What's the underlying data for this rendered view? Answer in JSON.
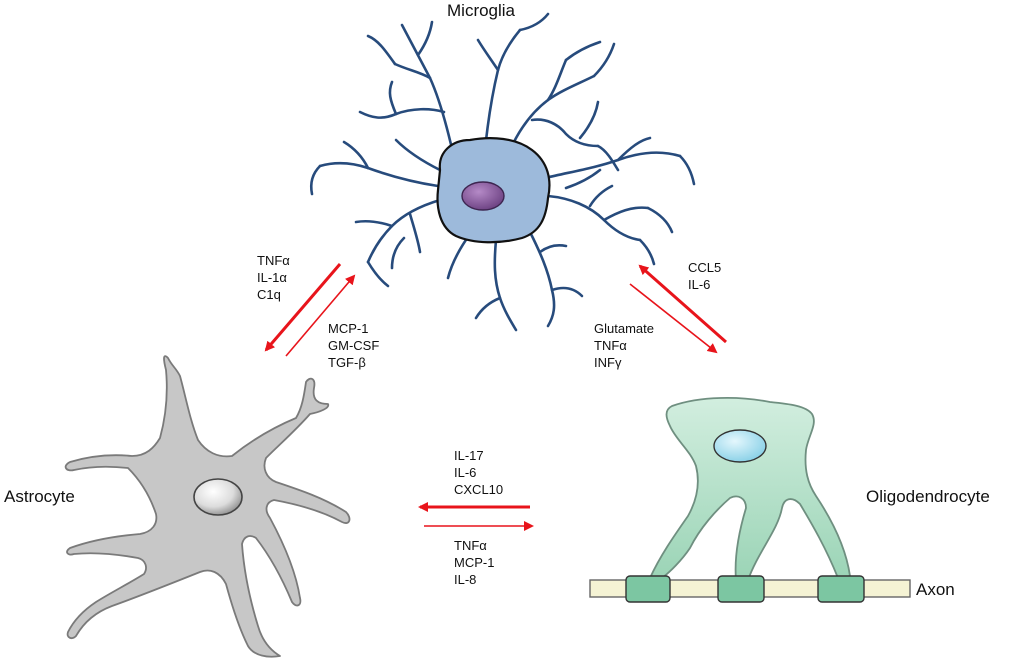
{
  "cells": {
    "microglia": "Microglia",
    "astrocyte": "Astrocyte",
    "oligodendrocyte": "Oligodendrocyte",
    "axon": "Axon"
  },
  "signals": {
    "microglia_to_astrocyte": [
      "TNFα",
      "IL-1α",
      "C1q"
    ],
    "astrocyte_to_microglia": [
      "MCP-1",
      "GM-CSF",
      "TGF-β"
    ],
    "oligo_to_microglia": [
      "CCL5",
      "IL-6"
    ],
    "microglia_to_oligo": [
      "Glutamate",
      "TNFα",
      "INFγ"
    ],
    "oligo_to_astrocyte": [
      "IL-17",
      "IL-6",
      "CXCL10"
    ],
    "astrocyte_to_oligo": [
      "TNFα",
      "MCP-1",
      "IL-8"
    ]
  },
  "colors": {
    "arrow": "#e8141b",
    "microglia_outline": "#274b7c",
    "microglia_body": "#9dbadb",
    "microglia_nucleus": "#7b4e8f",
    "astrocyte_fill": "#c7c7c7",
    "astrocyte_outline": "#7a7a7a",
    "oligo_fill": "#a9dcc1",
    "oligo_outline": "#6f8f80",
    "oligo_nucleus": "#a8def0",
    "axon_fill": "#f5f3d4",
    "myelin_fill": "#7cc6a2"
  }
}
